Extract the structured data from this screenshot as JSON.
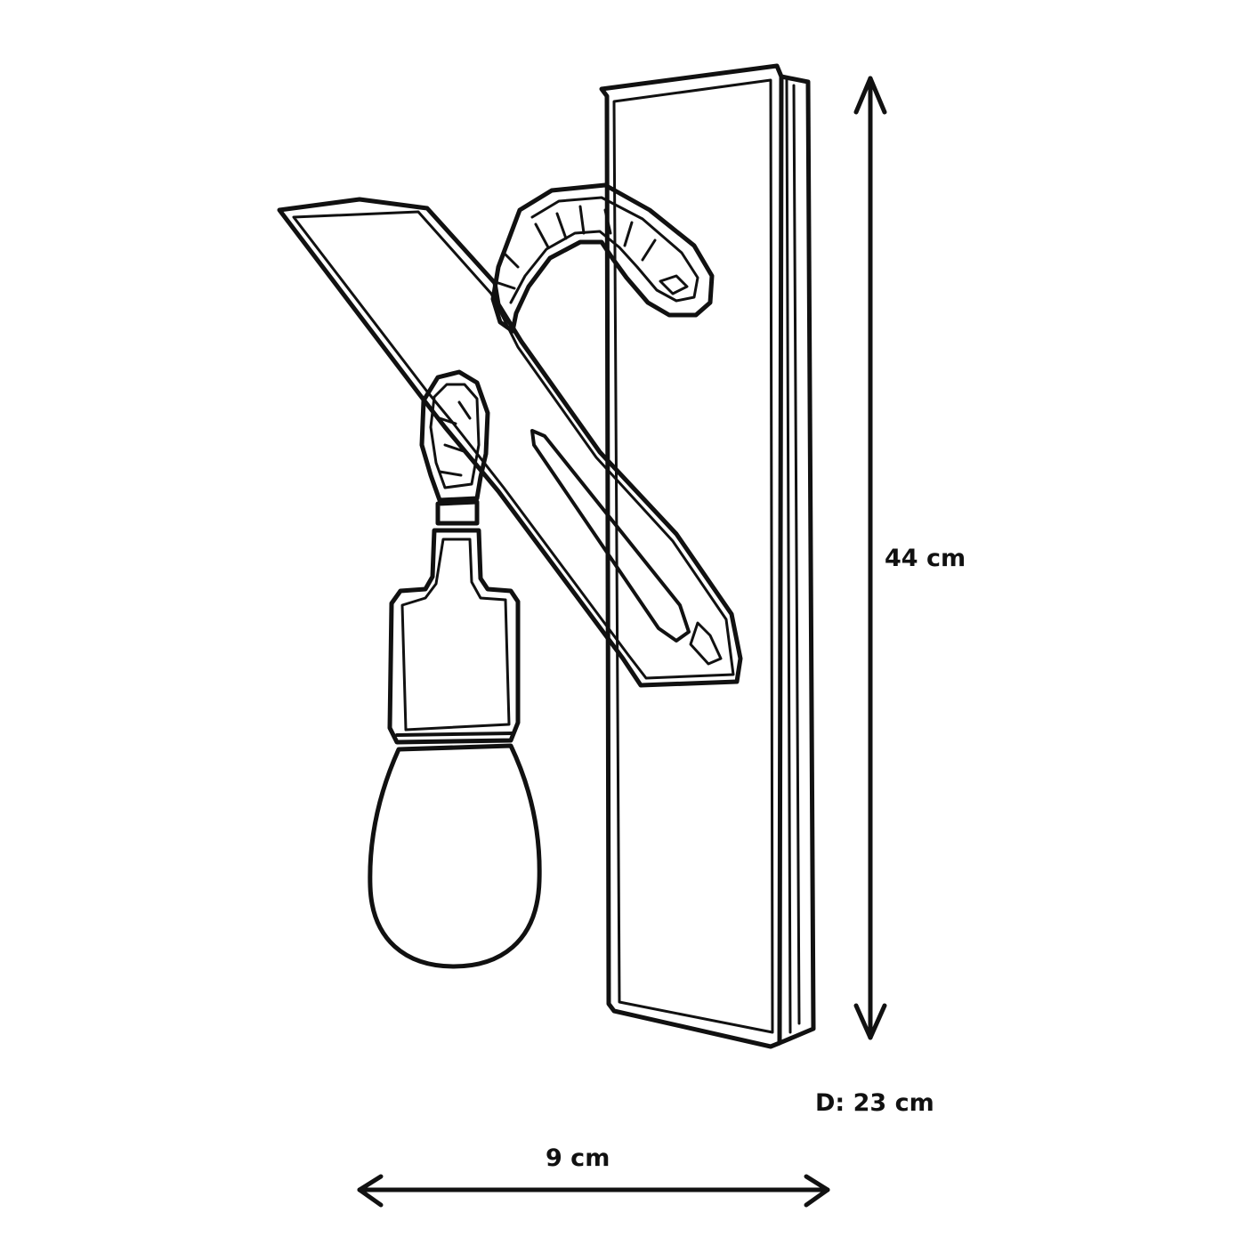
{
  "dimensions": {
    "height_label": "44 cm",
    "depth_label": "D: 23 cm",
    "width_label": "9 cm"
  },
  "colors": {
    "line": "#111111",
    "background": "#ffffff"
  }
}
